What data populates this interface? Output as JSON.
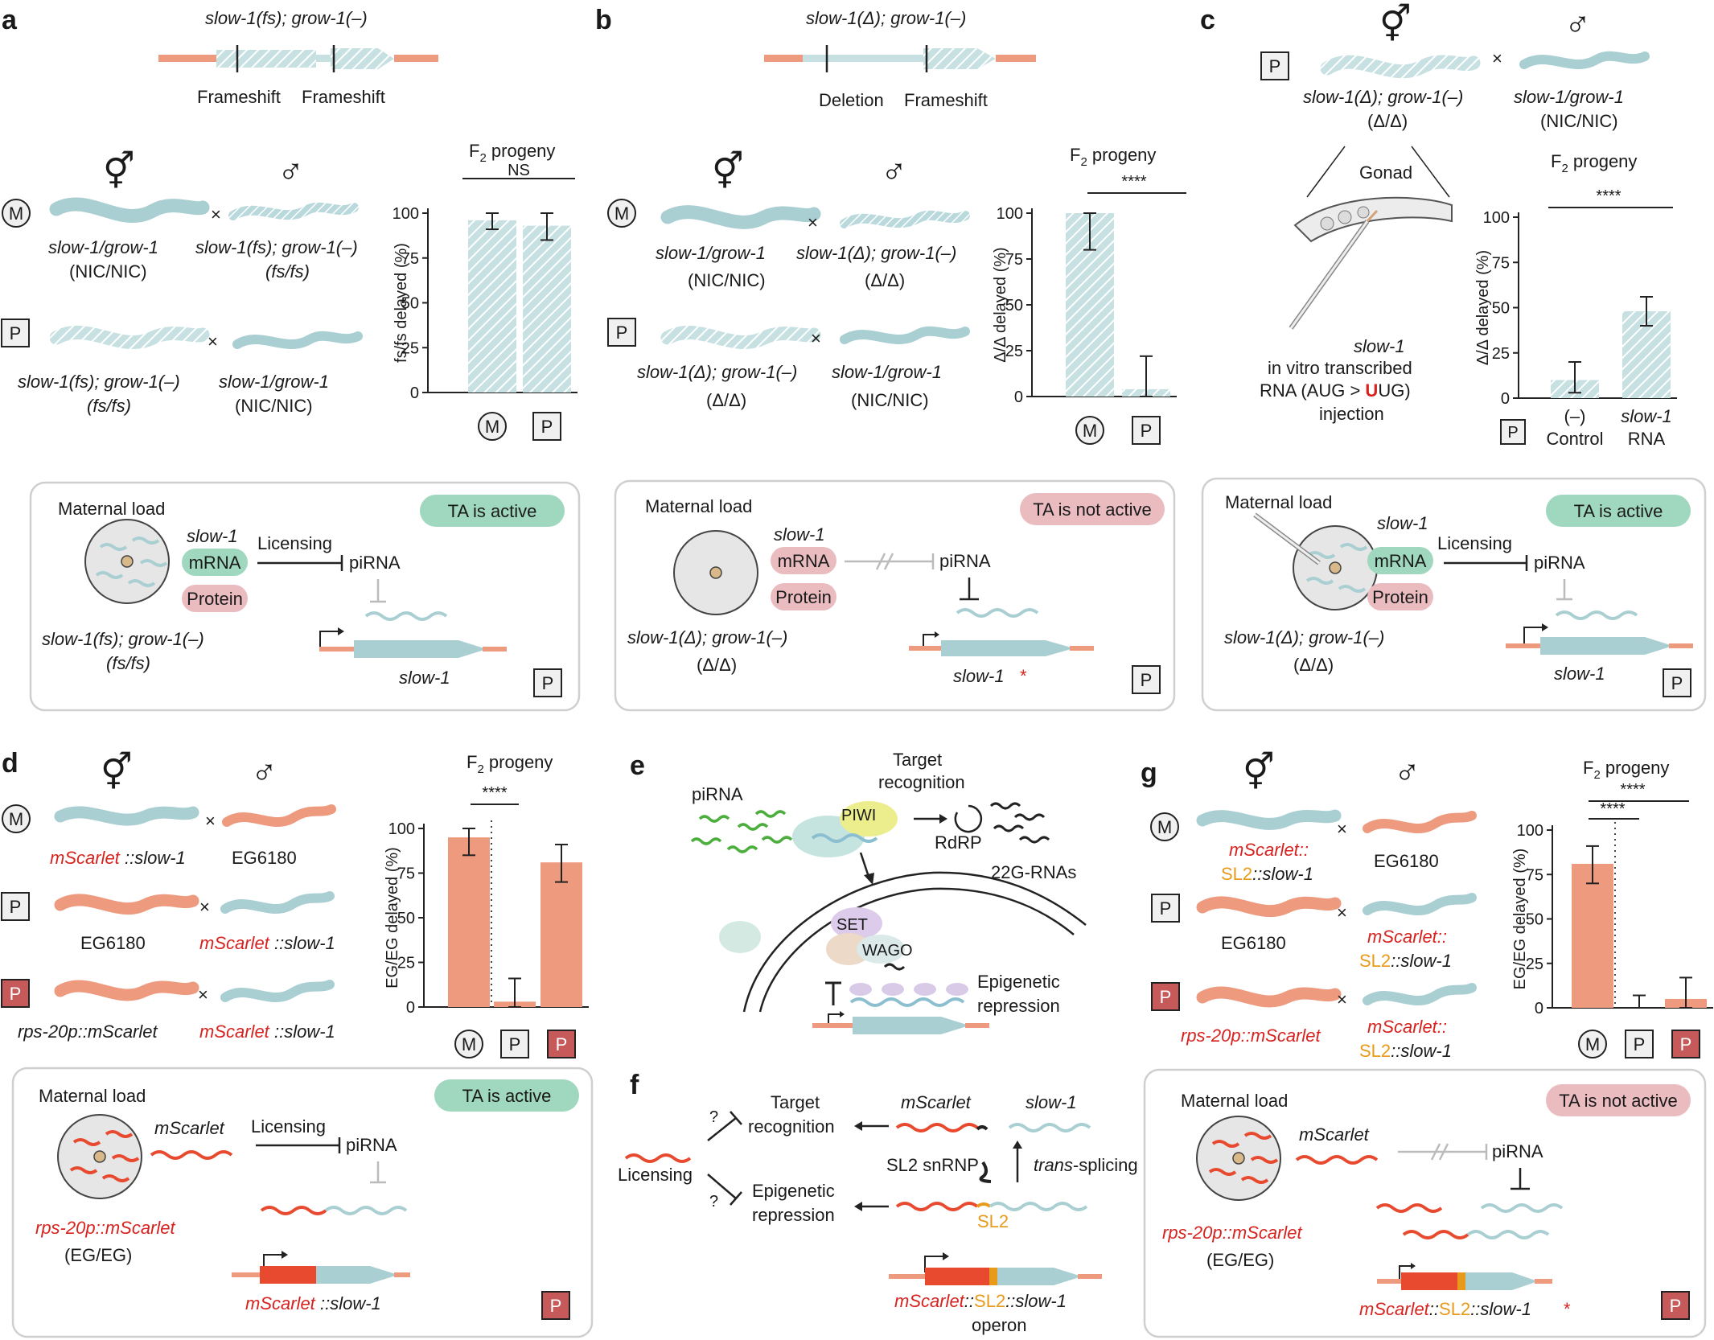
{
  "colors": {
    "teal": "#a9cfd3",
    "teal_dark": "#7fb3b9",
    "salmon": "#ee9a7e",
    "red": "#d6231f",
    "orange": "#e89a1a",
    "pill_green": "#9fd8be",
    "pill_pink": "#eabcc0",
    "P_red": "#c65a5a",
    "box_border": "#cfcfcf"
  },
  "symbols": {
    "herm": "⚥",
    "male": "♂",
    "cross": "×",
    "M": "M",
    "P": "P"
  },
  "common": {
    "y_ticks": [
      "0",
      "25",
      "50",
      "75",
      "100"
    ],
    "f2_prefix": "F",
    "f2_sub": "2",
    "f2_suffix": " progeny",
    "maternal_load": "Maternal load",
    "licensing": "Licensing",
    "pirna": "piRNA",
    "mrna": "mRNA",
    "protein": "Protein",
    "ta_active": "TA is active",
    "ta_not_active": "TA is not active",
    "star": "*"
  },
  "panel_a": {
    "label": "a",
    "gene_top": "slow-1(fs);  grow-1(–)",
    "gene_labels": [
      "Frameshift",
      "Frameshift"
    ],
    "cross_M_left": [
      "slow-1/grow-1",
      "(NIC/NIC)"
    ],
    "cross_M_right": [
      "slow-1(fs); grow-1(–)",
      "(fs/fs)"
    ],
    "cross_P_left": [
      "slow-1(fs); grow-1(–)",
      "(fs/fs)"
    ],
    "cross_P_right": [
      "slow-1/grow-1",
      "(NIC/NIC)"
    ],
    "sig": "NS",
    "box_genotype": [
      "slow-1(fs); grow-1(–)",
      "(fs/fs)"
    ],
    "box_gene": "slow-1"
  },
  "panel_b": {
    "label": "b",
    "gene_top": "slow-1(Δ);  grow-1(–)",
    "gene_labels": [
      "Deletion",
      "Frameshift"
    ],
    "cross_M_left": [
      "slow-1/grow-1",
      "(NIC/NIC)"
    ],
    "cross_M_right": [
      "slow-1(Δ); grow-1(–)",
      "(Δ/Δ)"
    ],
    "cross_P_left": [
      "slow-1(Δ); grow-1(–)",
      "(Δ/Δ)"
    ],
    "cross_P_right": [
      "slow-1/grow-1",
      "(NIC/NIC)"
    ],
    "sig": "****",
    "box_genotype": [
      "slow-1(Δ); grow-1(–)",
      "(Δ/Δ)"
    ],
    "box_gene": "slow-1"
  },
  "panel_c": {
    "label": "c",
    "parent_left": [
      "slow-1(Δ); grow-1(–)",
      "(Δ/Δ)"
    ],
    "parent_right": [
      "slow-1/grow-1",
      "(NIC/NIC)"
    ],
    "gonad": "Gonad",
    "inj_gene": "slow-1",
    "inj_lines": [
      "in vitro transcribed",
      "RNA (AUG > ",
      "U",
      "UG)",
      "injection"
    ],
    "sig": "****",
    "cat_labels": [
      [
        "(–)",
        "Control"
      ],
      [
        "slow-1",
        "RNA"
      ]
    ],
    "box_gene_label": "slow-1",
    "box_genotype": [
      "slow-1(Δ); grow-1(–)",
      "(Δ/Δ)"
    ],
    "box_gene": "slow-1"
  },
  "panel_d": {
    "label": "d",
    "row1": [
      "mScarlet",
      "::slow-1",
      "EG6180"
    ],
    "row2": [
      "EG6180",
      "mScarlet",
      "::slow-1"
    ],
    "row3": [
      "rps-20p::mScarlet",
      "mScarlet",
      "::slow-1"
    ],
    "sig": "****",
    "box_rna": "mScarlet",
    "box_genotype": [
      "rps-20p::mScarlet",
      "(EG/EG)"
    ],
    "box_gene": [
      "mScarlet",
      "::slow-1"
    ]
  },
  "panel_e": {
    "label": "e",
    "pirna": "piRNA",
    "target": [
      "Target",
      "recognition"
    ],
    "piwi": "PIWI",
    "rdrp": "RdRP",
    "rna22g": "22G-RNAs",
    "set": "SET",
    "wago": "WAGO",
    "epi": [
      "Epigenetic",
      "repression"
    ]
  },
  "panel_f": {
    "label": "f",
    "licensing": "Licensing",
    "q": "?",
    "target": [
      "Target",
      "recognition"
    ],
    "epi": [
      "Epigenetic",
      "repression"
    ],
    "mscarlet": "mScarlet",
    "slow1": "slow-1",
    "sl2snrnp": "SL2 snRNP",
    "trans": "trans",
    "splicing": "-splicing",
    "sl2": "SL2",
    "operon_parts": [
      "mScarlet",
      "::",
      "SL2",
      "::slow-1"
    ],
    "operon": "operon"
  },
  "panel_g": {
    "label": "g",
    "row1_left": [
      "mScarlet::",
      "SL2",
      "::slow-1"
    ],
    "row1_right": "EG6180",
    "row2_left": "EG6180",
    "row2_right": [
      "mScarlet::",
      "SL2",
      "::slow-1"
    ],
    "row3_left": "rps-20p::mScarlet",
    "row3_right": [
      "mScarlet::",
      "SL2",
      "::slow-1"
    ],
    "sig": "****",
    "box_rna": "mScarlet",
    "box_genotype": [
      "rps-20p::mScarlet",
      "(EG/EG)"
    ],
    "box_gene": [
      "mScarlet",
      "::",
      "SL2",
      "::slow-1"
    ]
  },
  "chart_data": [
    {
      "type": "bar",
      "panel": "a",
      "categories": [
        "M",
        "P"
      ],
      "values": [
        96,
        93
      ],
      "errors": [
        [
          91,
          100
        ],
        [
          85,
          100
        ]
      ],
      "ylabel": "fs/fs delayed (%)",
      "ylim": [
        0,
        100
      ],
      "title": "F2 progeny",
      "significance": "NS"
    },
    {
      "type": "bar",
      "panel": "b",
      "categories": [
        "M",
        "P"
      ],
      "values": [
        100,
        4
      ],
      "errors": [
        [
          80,
          100
        ],
        [
          0,
          22
        ]
      ],
      "ylabel": "Δ/Δ delayed (%)",
      "ylim": [
        0,
        100
      ],
      "title": "F2 progeny",
      "significance": "****"
    },
    {
      "type": "bar",
      "panel": "c",
      "categories": [
        "(–) Control",
        "slow-1 RNA"
      ],
      "values": [
        10,
        48
      ],
      "errors": [
        [
          3,
          20
        ],
        [
          40,
          56
        ]
      ],
      "ylabel": "Δ/Δ delayed (%)",
      "ylim": [
        0,
        100
      ],
      "title": "F2 progeny",
      "significance": "****"
    },
    {
      "type": "bar",
      "panel": "d",
      "categories": [
        "M",
        "P",
        "P"
      ],
      "values": [
        95,
        3,
        81
      ],
      "errors": [
        [
          85,
          100
        ],
        [
          0,
          16
        ],
        [
          70,
          91
        ]
      ],
      "ylabel": "EG/EG delayed (%)",
      "ylim": [
        0,
        100
      ],
      "title": "F2 progeny",
      "significance": "****"
    },
    {
      "type": "bar",
      "panel": "g",
      "categories": [
        "M",
        "P",
        "P"
      ],
      "values": [
        81,
        0,
        5
      ],
      "errors": [
        [
          70,
          91
        ],
        [
          0,
          7
        ],
        [
          0,
          17
        ]
      ],
      "ylabel": "EG/EG delayed (%)",
      "ylim": [
        0,
        100
      ],
      "title": "F2 progeny",
      "significance": [
        "****",
        "****"
      ]
    }
  ]
}
